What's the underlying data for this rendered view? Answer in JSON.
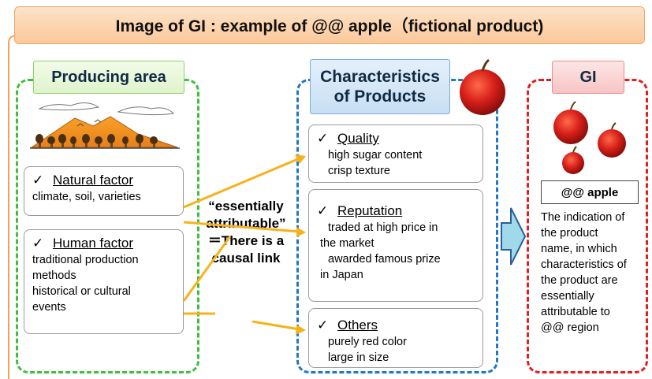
{
  "title": "Image of GI : example of  @@ apple（fictional product)",
  "producing_area": {
    "label": "Producing area",
    "natural": {
      "check": "✓",
      "heading": "Natural factor",
      "text": "climate, soil, varieties"
    },
    "human": {
      "check": "✓",
      "heading": "Human factor",
      "lines": [
        "traditional production",
        "methods",
        "historical or cultural",
        "events"
      ]
    }
  },
  "causal": {
    "lines": [
      "“essentially",
      "attributable”",
      "＝There is a",
      "causal link"
    ]
  },
  "characteristics": {
    "label_line1": "Characteristics",
    "label_line2": "of Products",
    "quality": {
      "check": "✓",
      "heading": "Quality",
      "lines": [
        "high sugar content",
        "crisp texture"
      ]
    },
    "reputation": {
      "check": "✓",
      "heading": "Reputation",
      "lines": [
        "traded at high price in",
        "the  market",
        "awarded  famous prize",
        "in Japan"
      ]
    },
    "others": {
      "check": "✓",
      "heading": "Others",
      "lines": [
        "purely red color",
        "large in size"
      ]
    }
  },
  "gi": {
    "label": "GI",
    "product_name": "@@ apple",
    "description_lines": [
      "The indication of",
      "the product",
      "name,  in which",
      "characteristics of",
      "the product  are",
      "essentially",
      "attributable to",
      "@@ region"
    ]
  },
  "colors": {
    "producing_border": "#3fbf3f",
    "characteristics_border": "#1f78c8",
    "gi_border": "#e02020",
    "arrow_yellow": "#f7b21a",
    "apple_red": "#d8201a",
    "big_arrow_fill": "#9fd9ea"
  }
}
